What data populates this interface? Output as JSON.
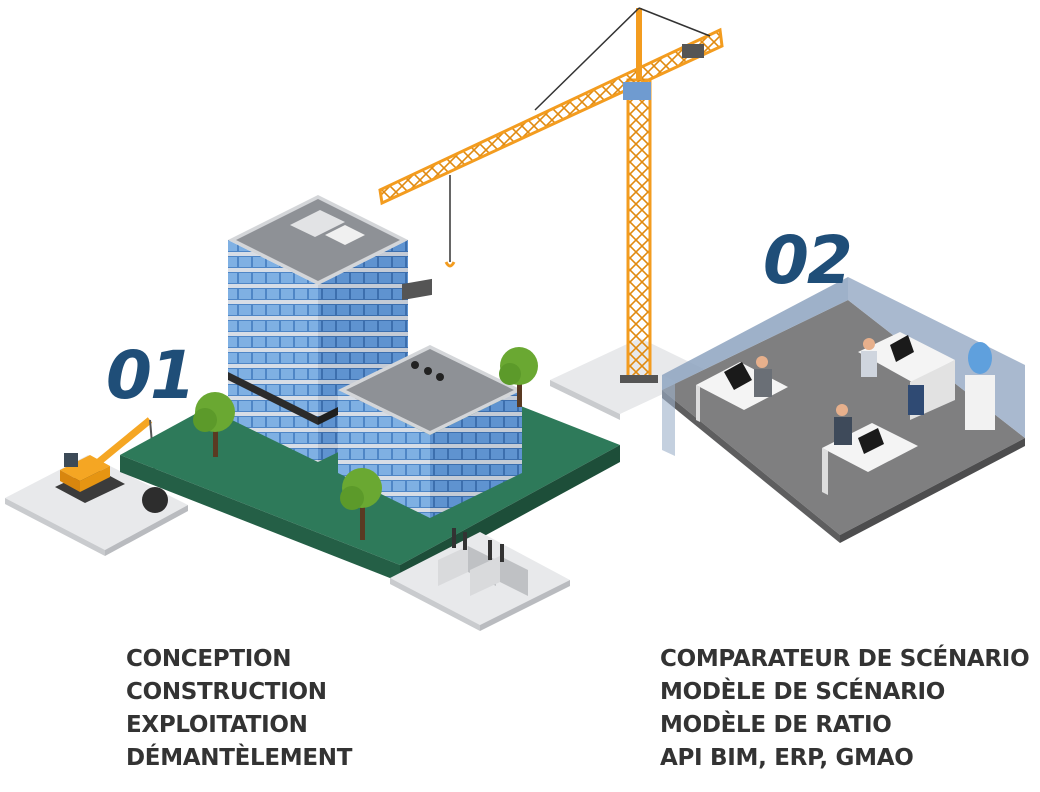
{
  "sections": [
    {
      "number": "01",
      "items": [
        "CONCEPTION",
        "CONSTRUCTION",
        "EXPLOITATION",
        "DÉMANTÈLEMENT"
      ]
    },
    {
      "number": "02",
      "items": [
        "COMPARATEUR DE SCÉNARIO",
        "MODÈLE DE SCÉNARIO",
        "MODÈLE DE RATIO",
        "API BIM, ERP, GMAO"
      ]
    }
  ],
  "colors": {
    "number": "#1f4e78",
    "text": "#333333",
    "ground_green": "#2e7a5a",
    "crane": "#f39c1f",
    "glass": "#5b8ec9",
    "office_wall": "#a9b9cf",
    "excavator": "#f5a623"
  },
  "icons": [
    "excavator-icon",
    "crane-icon",
    "office-building-icon",
    "transformer-icon",
    "office-room-icon",
    "tree-icon",
    "wrecking-ball-icon"
  ]
}
